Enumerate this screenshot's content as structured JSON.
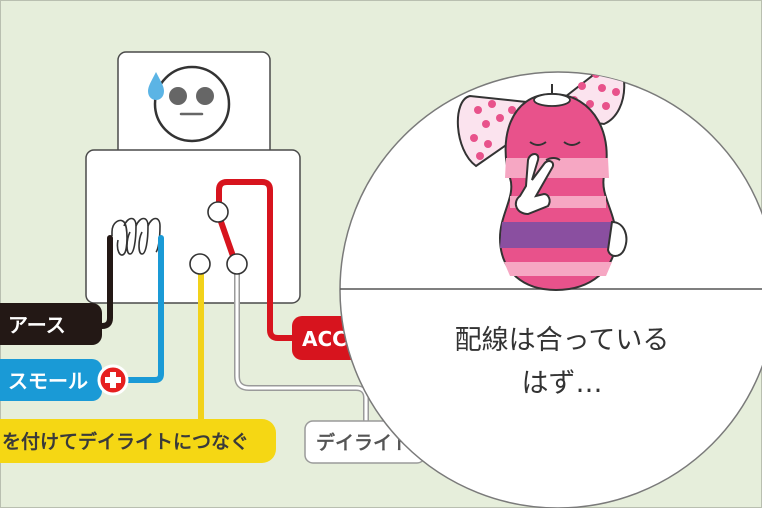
{
  "labels": {
    "earth": "アース",
    "small": "スモール",
    "daylight_connect": "を付けてデイライトにつなぐ",
    "acc": "ACC電",
    "daylight": "デイライト"
  },
  "speech": {
    "line1": "配線は合っている",
    "line2": "はず…"
  },
  "icons": {
    "plus": "plus-circle-icon",
    "face": "sweat-face-icon",
    "character": "peanut-character-icon"
  },
  "colors": {
    "background": "#e6eedb",
    "earth_wire": "#231815",
    "small_wire": "#1a9ad6",
    "daylight_wire": "#f2d21a",
    "acc_wire": "#d7141e",
    "plus_badge": "#e61f1f",
    "character_pink": "#e8528b",
    "character_stripe": "#8a4fa0"
  }
}
